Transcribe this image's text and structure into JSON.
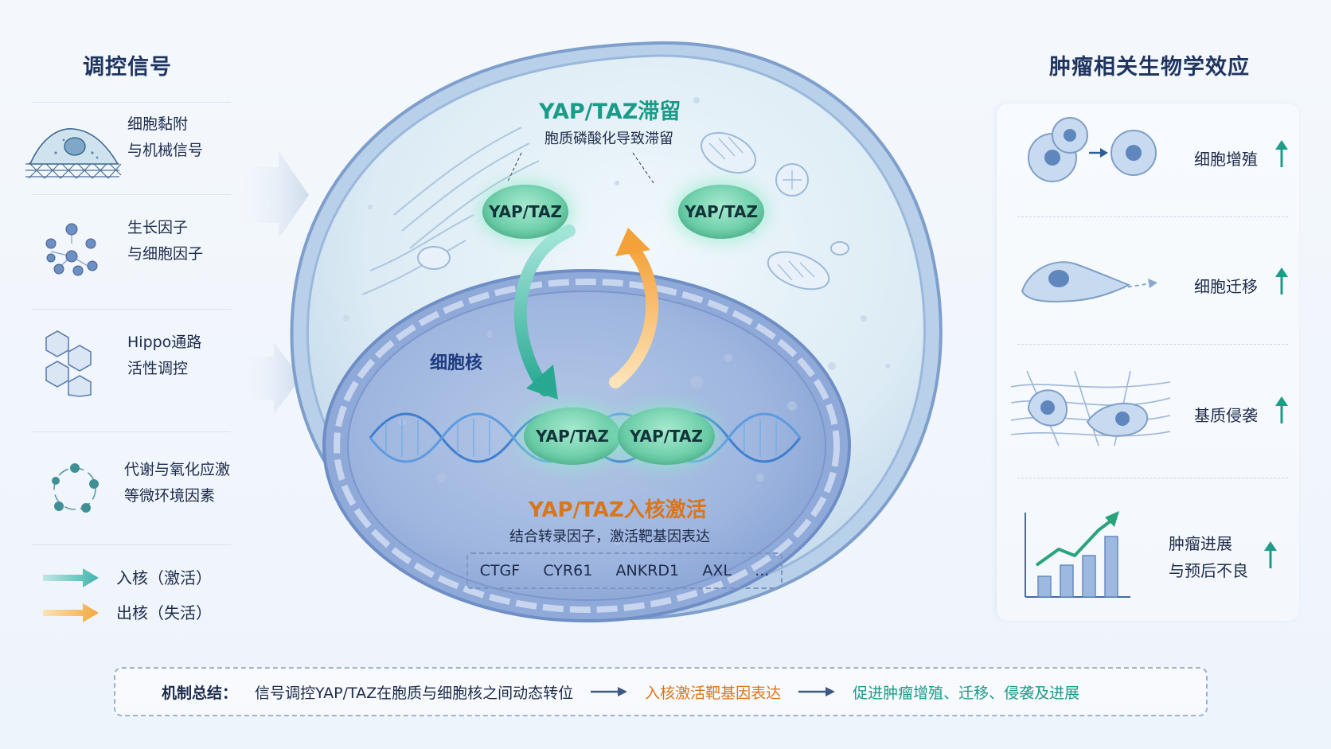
{
  "left_panel": {
    "title": "调控信号",
    "items": [
      {
        "line1": "细胞黏附",
        "line2": "与机械信号",
        "icon": "cell-adhesion-icon"
      },
      {
        "line1": "生长因子",
        "line2": "与细胞因子",
        "icon": "growth-factor-dots-icon"
      },
      {
        "line1": "Hippo通路",
        "line2": "活性调控",
        "icon": "hexagon-cluster-icon"
      },
      {
        "line1": "代谢与氧化应激",
        "line2": "等微环境因素",
        "icon": "metabolic-cycle-icon"
      }
    ],
    "legend": [
      {
        "label": "入核（激活）",
        "color": "#3fb3ad"
      },
      {
        "label": "出核（失活）",
        "color": "#f3a83c"
      }
    ]
  },
  "cell": {
    "retention_title": "YAP/TAZ滞留",
    "retention_subtitle": "胞质磷酸化导致滞留",
    "cytoplasm_pill_left": "YAP/TAZ",
    "cytoplasm_pill_right": "YAP/TAZ",
    "nucleus_label": "细胞核",
    "nuclear_pill_left": "YAP/TAZ",
    "nuclear_pill_right": "YAP/TAZ",
    "activation_title": "YAP/TAZ入核激活",
    "activation_subtitle": "结合转录因子，激活靶基因表达",
    "genes": [
      "CTGF",
      "CYR61",
      "ANKRD1",
      "AXL",
      "..."
    ]
  },
  "right_panel": {
    "title": "肿瘤相关生物学效应",
    "effects": [
      {
        "label": "细胞增殖",
        "icon": "cell-proliferation-icon"
      },
      {
        "label": "细胞迁移",
        "icon": "cell-migration-icon"
      },
      {
        "label": "基质侵袭",
        "icon": "matrix-invasion-icon"
      },
      {
        "label_line1": "肿瘤进展",
        "label_line2": "与预后不良",
        "icon": "rising-bar-chart-icon"
      }
    ]
  },
  "summary": {
    "label": "机制总结：",
    "step1": "信号调控YAP/TAZ在胞质与细胞核之间动态转位",
    "step2": "入核激活靶基因表达",
    "step3": "促进肿瘤增殖、迁移、侵袭及进展"
  },
  "colors": {
    "teal": "#3fb3ad",
    "orange": "#f3a83c",
    "up_arrow": "#1f9b86",
    "activation_text": "#d9761c",
    "retention_text": "#1a9b88",
    "nucleus_text": "#1f3a80"
  }
}
